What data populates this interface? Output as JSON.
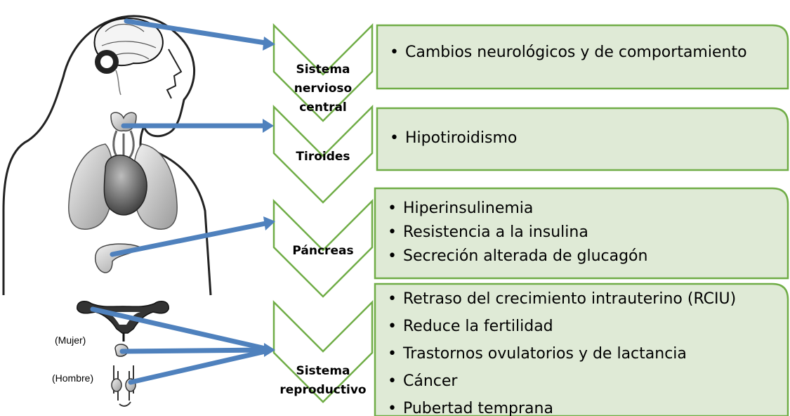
{
  "systems": [
    {
      "label_lines": [
        "Sistema",
        "nervioso",
        "central"
      ],
      "effects": [
        "Cambios neurológicos y de comportamiento"
      ]
    },
    {
      "label_lines": [
        "Tiroides"
      ],
      "effects": [
        "Hipotiroidismo"
      ]
    },
    {
      "label_lines": [
        "Páncreas"
      ],
      "effects": [
        "Hiperinsulinemia",
        "Resistencia a la insulina",
        "Secreción alterada de glucagón"
      ]
    },
    {
      "label_lines": [
        "Sistema",
        "reproductivo"
      ],
      "effects": [
        "Retraso del crecimiento intrauterino (RCIU)",
        "Reduce la fertilidad",
        "Trastornos ovulatorios y de lactancia",
        "Cáncer",
        "Pubertad temprana"
      ]
    }
  ],
  "anatomy": {
    "female_label": "(Mujer)",
    "male_label": "(Hombre)"
  },
  "colors": {
    "panel_fill": "#dfead6",
    "panel_border": "#70ad47",
    "arrow": "#4f81bd",
    "arrow_dark": "#2e5a8a"
  }
}
